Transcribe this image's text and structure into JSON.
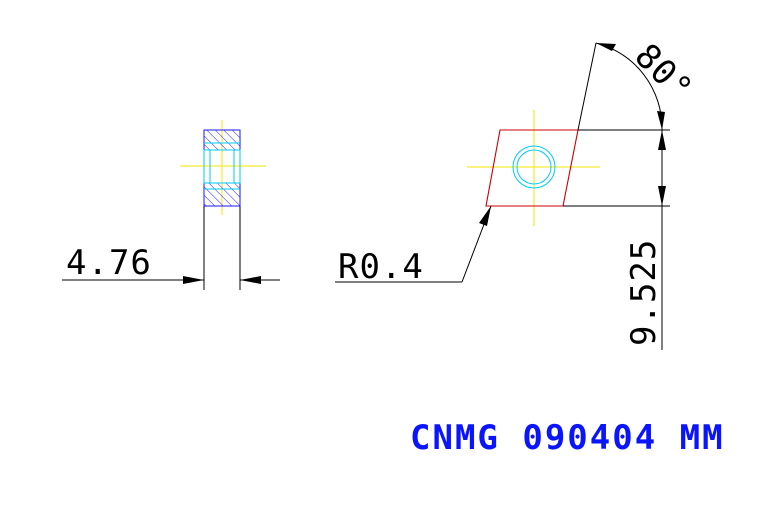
{
  "dimensions": {
    "thickness": "4.76",
    "corner_radius": "R0.4",
    "angle": "80°",
    "inscribed_circle": "9.525"
  },
  "insert_code": "CNMG 090404 MM",
  "colors": {
    "dimension": "#000000",
    "insert_outline": "#cc0000",
    "hole": "#00c8ff",
    "centerline": "#f2e600",
    "section_hatch": "#1a1aff",
    "code_text": "#0a14ff"
  }
}
